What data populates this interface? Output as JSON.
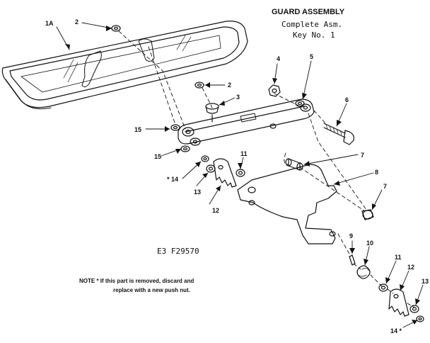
{
  "title": {
    "heading": "GUARD ASSEMBLY",
    "line2": "Complete Asm.",
    "line3": "Key No. 1"
  },
  "callouts": {
    "c1a": "1A",
    "c2a": "2",
    "c2b": "2",
    "c3": "3",
    "c4": "4",
    "c5": "5",
    "c6": "6",
    "c7a": "7",
    "c7b": "7",
    "c8": "8",
    "c9": "9",
    "c10": "10",
    "c11a": "11",
    "c11b": "11",
    "c12a": "12",
    "c12b": "12",
    "c13a": "13",
    "c13b": "13",
    "c14a": "* 14",
    "c14b": "14 *",
    "c15a": "15",
    "c15b": "15"
  },
  "drawing_code": "E3   F29570",
  "note": {
    "line1": "NOTE * If this part is removed, discard and",
    "line2": "replace with a new push nut."
  },
  "colors": {
    "ink": "#111111",
    "paper": "#ffffff"
  }
}
